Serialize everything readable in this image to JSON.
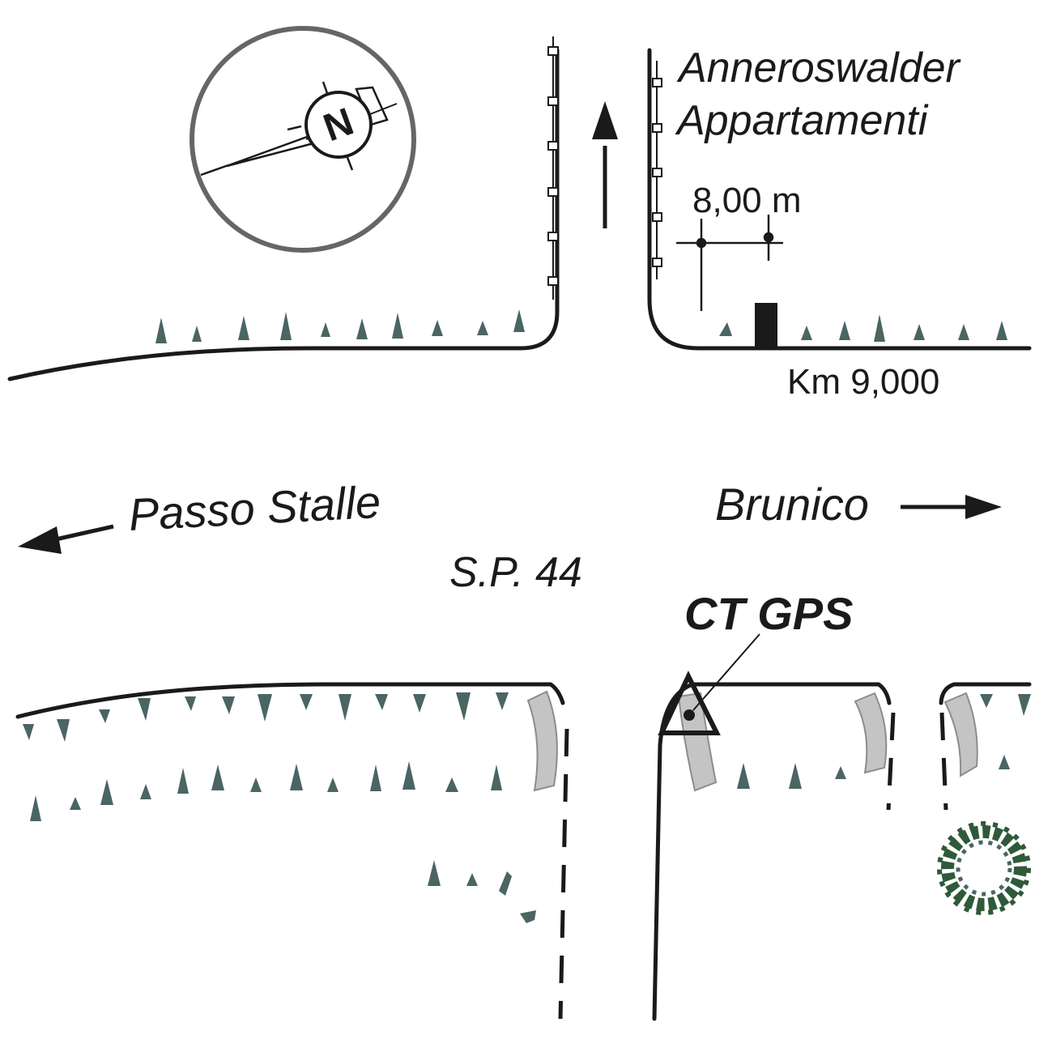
{
  "labels": {
    "destination_top": "Anneroswalder",
    "destination_top_2": "Appartamenti",
    "scale": "8,00 m",
    "km": "Km 9,000",
    "west": "Passo Stalle",
    "east": "Brunico",
    "road": "S.P. 44",
    "point": "CT GPS"
  },
  "compass": {
    "north": "N"
  },
  "colors": {
    "line": "#1a1a1a",
    "vegetation": "#4a6563",
    "curb": "#c4c4c4",
    "tree": "#2f5a3a",
    "compass_ring": "#666666"
  }
}
